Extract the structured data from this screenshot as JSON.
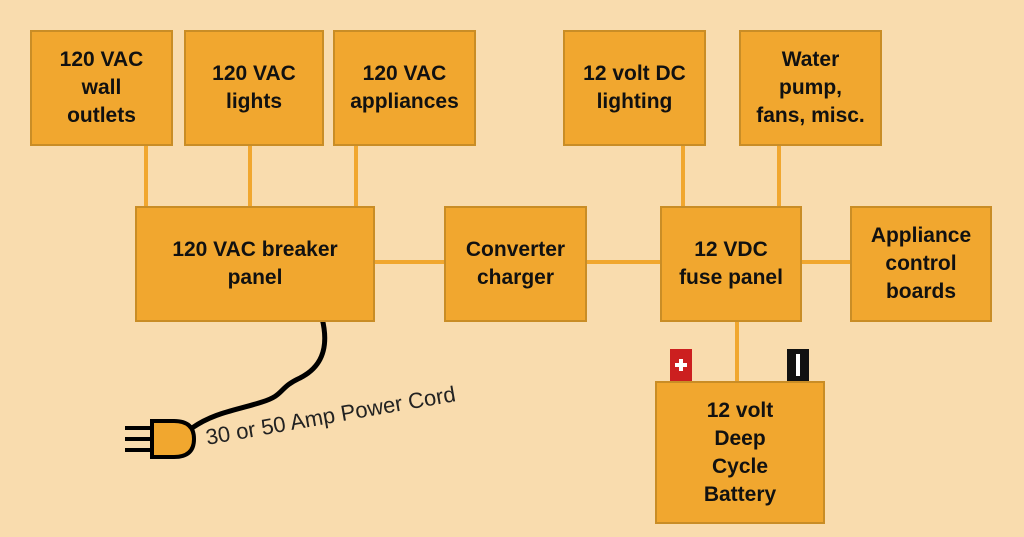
{
  "colors": {
    "background": "#f9dcae",
    "box_fill": "#f1a72f",
    "box_border": "#c98d26",
    "wire": "#f1a72f",
    "cord": "#000000",
    "positive_terminal": "#cc1f1f",
    "negative_terminal": "#111111"
  },
  "boxes": {
    "wall_outlets": "120 VAC\nwall\noutlets",
    "ac_lights": "120 VAC\nlights",
    "ac_appliances": "120 VAC\nappliances",
    "dc_lighting": "12 volt DC\nlighting",
    "water_pump": "Water\npump,\nfans, misc.",
    "breaker_panel": "120 VAC breaker\npanel",
    "converter": "Converter\ncharger",
    "fuse_panel": "12 VDC\nfuse panel",
    "control_boards": "Appliance\ncontrol\nboards",
    "battery": "12 volt\nDeep\nCycle\nBattery"
  },
  "cord_label": "30 or 50 Amp Power Cord",
  "icons": {
    "plug": "power-plug-icon",
    "positive": "positive-terminal-icon",
    "negative": "negative-terminal-icon"
  }
}
